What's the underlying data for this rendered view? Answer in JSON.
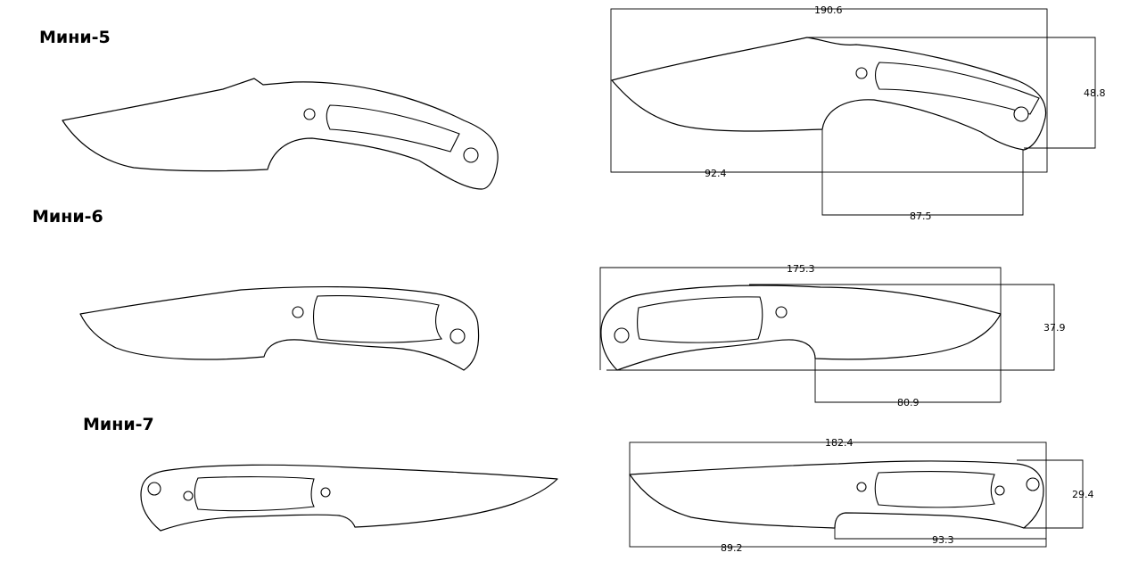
{
  "models": [
    {
      "id": "mini-5",
      "title": "Мини-5",
      "overall_length": "190.6",
      "height": "48.8",
      "blade_length": "92.4",
      "handle_length": "87.5"
    },
    {
      "id": "mini-6",
      "title": "Мини-6",
      "overall_length": "175.3",
      "height": "37.9",
      "blade_length": "",
      "handle_length": "80.9"
    },
    {
      "id": "mini-7",
      "title": "Мини-7",
      "overall_length": "182.4",
      "height": "29.4",
      "blade_length": "89.2",
      "handle_length": "93.3"
    }
  ],
  "colors": {
    "stroke": "#000000",
    "background": "#ffffff"
  }
}
